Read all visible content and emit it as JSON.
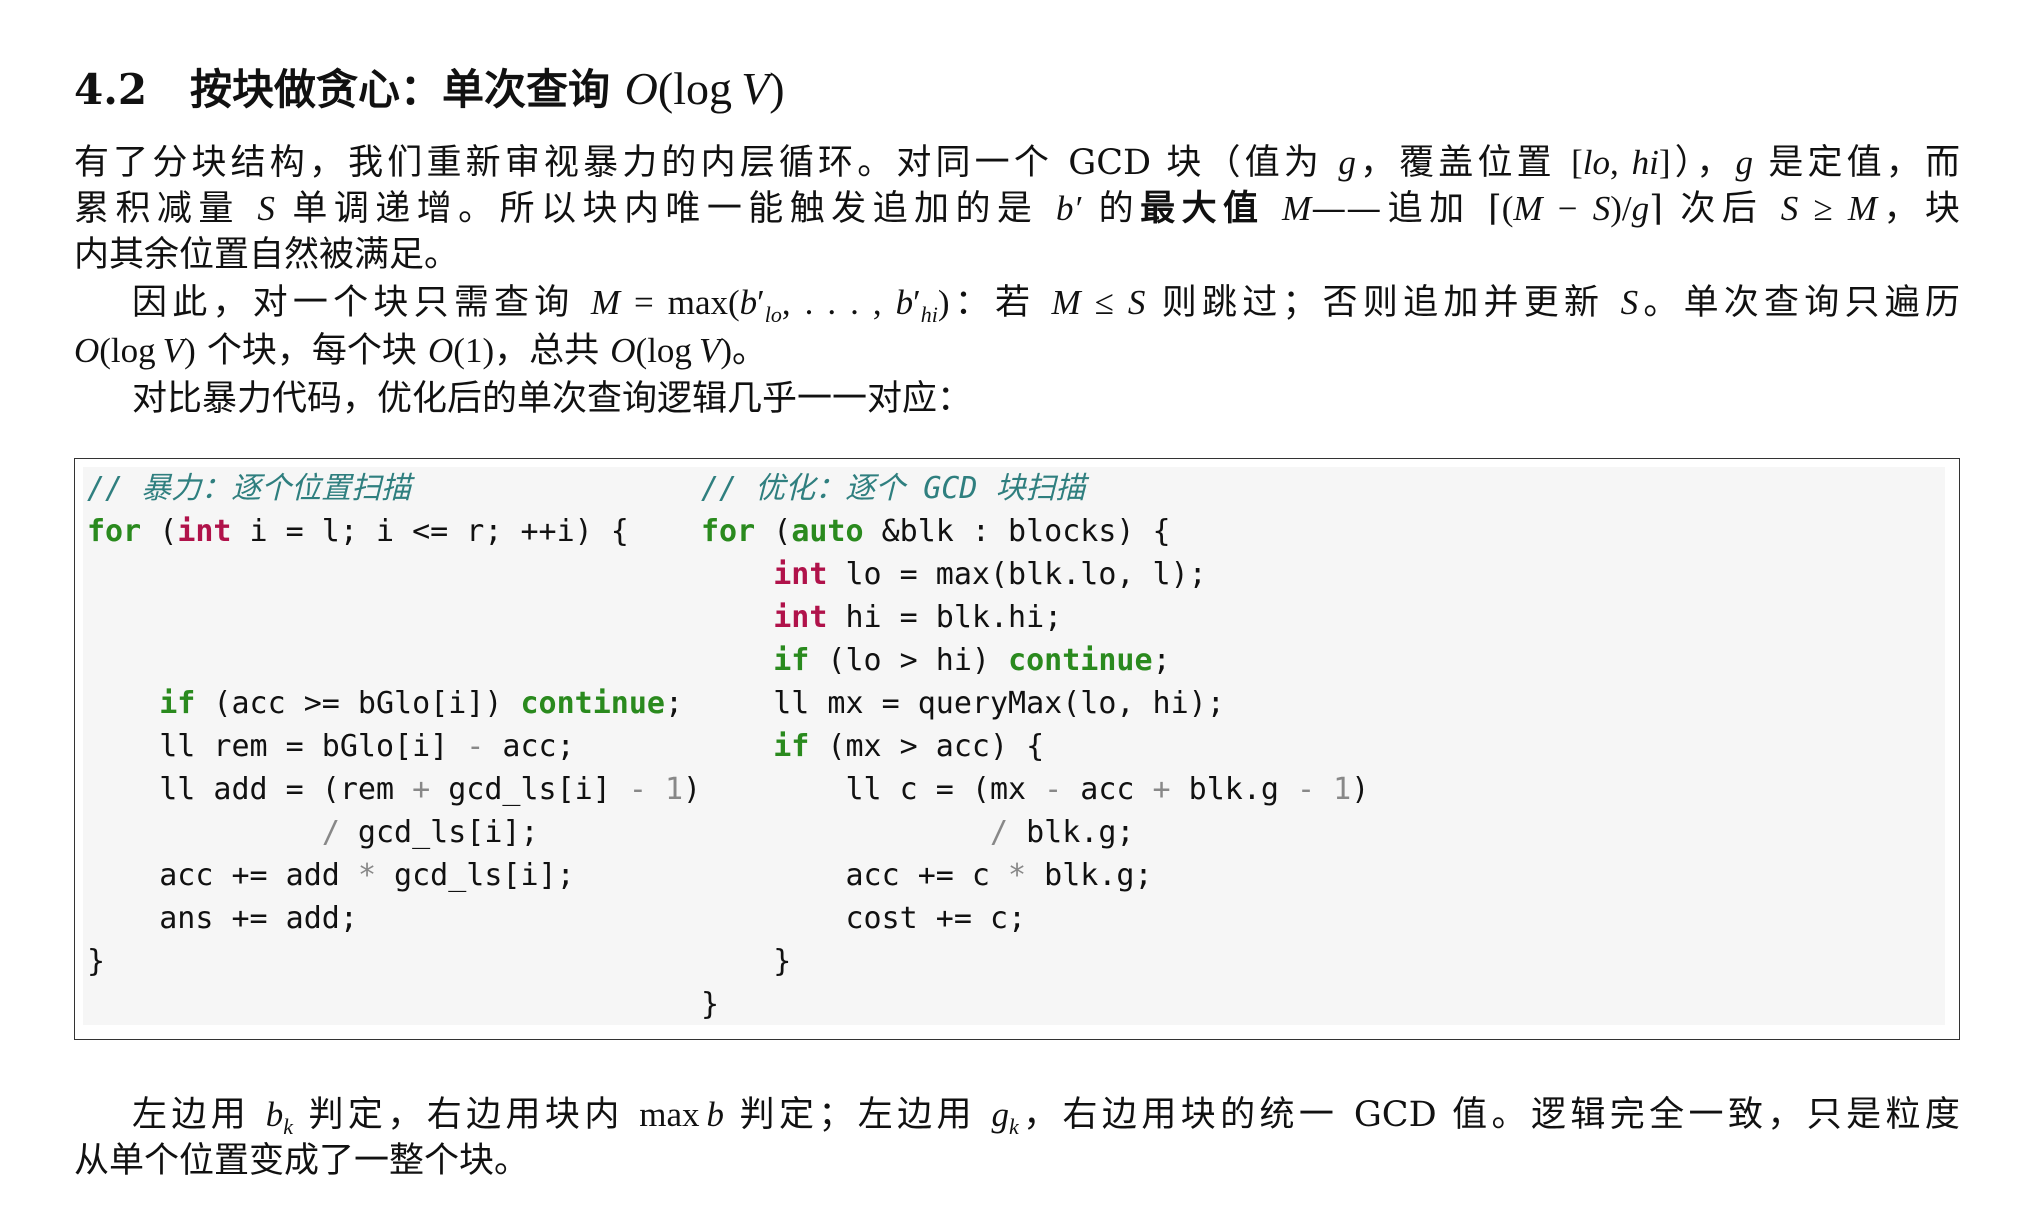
{
  "section": {
    "number": "4.2",
    "title": "按块做贪心：单次查询",
    "title_math": "O(log V)"
  },
  "paragraph1": {
    "l1a": "有了分块结构，我们重新审视暴力的内层循环。对同一个 GCD 块（值为",
    "l1_g": "g",
    "l1b": "，覆盖位置",
    "l1_range": "[lo, hi]",
    "l1c": "），",
    "l1_g2": "g",
    "l1d": "是定值，而",
    "l2a": "累积减量",
    "l2_S": "S",
    "l2b": "单调递增。所以块内唯一能触发追加的是",
    "l2_b": "b′",
    "l2c": "的",
    "l2_bold": "最大值",
    "l2_M": "M",
    "l2d": "——追加",
    "l2_ceil": "⌈(M − S)/g⌉",
    "l2e": "次后",
    "l2_ineq": "S ≥ M",
    "l2f": "，块",
    "l3": "内其余位置自然被满足。"
  },
  "paragraph2": {
    "l1a": "因此，对一个块只需查询",
    "l1_math": "M = max(b′lo, . . . , b′hi)",
    "l1b": "：若",
    "l1_math2": "M ≤ S",
    "l1c": "则跳过；否则追加并更新",
    "l1_S": "S",
    "l1d": "。单次查询只遍历",
    "l2_math1": "O(log V)",
    "l2a": "个块，每个块",
    "l2_math2": "O(1)",
    "l2b": "，总共",
    "l2_math3": "O(log V)",
    "l2c": "。"
  },
  "paragraph3": "对比暴力代码，优化后的单次查询逻辑几乎一一对应：",
  "code": {
    "left": [
      "// 暴力：逐个位置扫描",
      "for (int i = l; i <= r; ++i) {",
      "",
      "",
      "",
      "    if (acc >= bGlo[i]) continue;",
      "    ll rem = bGlo[i] - acc;",
      "    ll add = (rem + gcd_ls[i] - 1)",
      "             / gcd_ls[i];",
      "    acc += add * gcd_ls[i];",
      "    ans += add;",
      "}"
    ],
    "right": [
      "// 优化：逐个 GCD 块扫描",
      "for (auto &blk : blocks) {",
      "    int lo = max(blk.lo, l);",
      "    int hi = blk.hi;",
      "    if (lo > hi) continue;",
      "    ll mx = queryMax(lo, hi);",
      "    if (mx > acc) {",
      "        ll c = (mx - acc + blk.g - 1)",
      "                / blk.g;",
      "        acc += c * blk.g;",
      "        cost += c;",
      "    }",
      "}"
    ]
  },
  "paragraph4": {
    "l1a": "左边用",
    "l1_bk": "bk",
    "l1b": "判定，右边用块内",
    "l1_maxb": "max b",
    "l1c": "判定；左边用",
    "l1_gk": "gk",
    "l1d": "，右边用块的统一 GCD 值。逻辑完全一致，只是粒度",
    "l2": "从单个位置变成了一整个块。"
  }
}
